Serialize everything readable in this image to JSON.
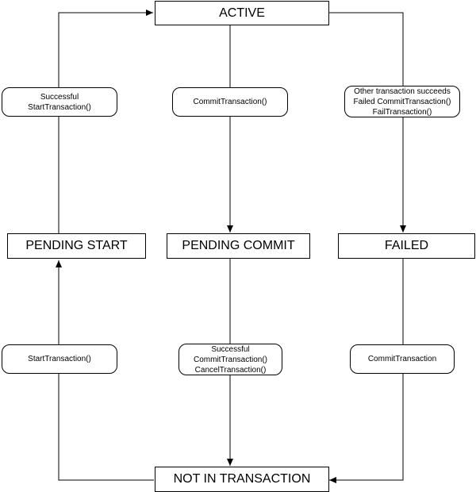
{
  "states": {
    "active": "ACTIVE",
    "pending_start": "PENDING START",
    "pending_commit": "PENDING COMMIT",
    "failed": "FAILED",
    "not_in_transaction": "NOT IN TRANSACTION"
  },
  "transitions": {
    "start_success": [
      "Successful",
      "StartTransaction()"
    ],
    "commit": [
      "CommitTransaction()"
    ],
    "fail": [
      "Other transaction succeeds",
      "Failed CommitTransaction()",
      "FailTransaction()"
    ],
    "start": [
      "StartTransaction()"
    ],
    "commit_cancel": [
      "Successful",
      "CommitTransaction()",
      "CancelTransaction()"
    ],
    "failed_commit": [
      "CommitTransaction"
    ]
  }
}
